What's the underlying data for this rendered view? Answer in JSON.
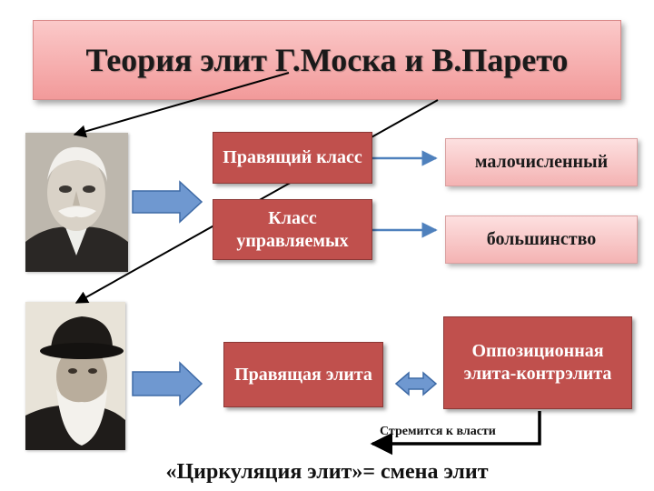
{
  "title": "Теория элит Г.Моска и В.Парето",
  "boxes": {
    "ruling_class": "Правящий класс",
    "governed_class": "Класс управляемых",
    "minority": "малочисленный",
    "majority": "большинство",
    "ruling_elite": "Правящая элита",
    "counter_elite": "Оппозиционная элита-контрэлита"
  },
  "striving_label": "Стремится к власти",
  "circulation_text": "«Циркуляция элит»= смена элит",
  "colors": {
    "red_box": "#c0504d",
    "blue_arrow": "#4f81bd",
    "title_pink": "#f29a9a"
  },
  "icons": [
    "portrait-mosca",
    "portrait-pareto",
    "block-arrow-right",
    "double-arrow"
  ]
}
